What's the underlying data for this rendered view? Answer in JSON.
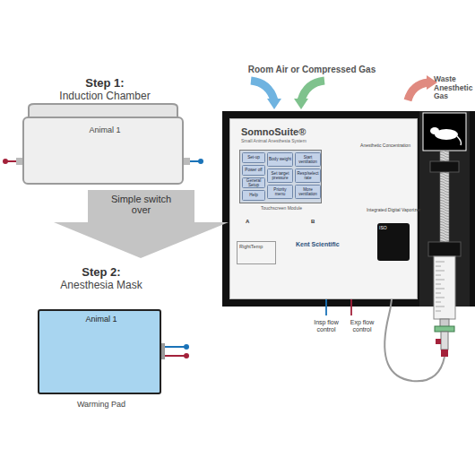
{
  "diagram": {
    "nodes": [
      {
        "text": [
          "Step 1:",
          "Induction Chamber",
          "Animal 1"
        ]
      },
      {
        "text": [
          "Simple switch over"
        ]
      },
      {
        "text": [
          "Step 2:",
          "Anesthesia Mask",
          "Animal 1",
          "Warming Pad"
        ]
      },
      {
        "text": [
          "SomnoSuite®",
          "Small Animal Anesthesia System"
        ]
      },
      {
        "text": [
          "Touchscreen Module"
        ],
        "in": 3
      },
      {
        "text": [
          "Set-up"
        ],
        "in": 4
      },
      {
        "text": [
          "Body weight"
        ],
        "in": 4
      },
      {
        "text": [
          "Start ventilation"
        ],
        "in": 4
      },
      {
        "text": [
          "Power off"
        ],
        "in": 4
      },
      {
        "text": [
          "Set target pressure"
        ],
        "in": 4
      },
      {
        "text": [
          "Resp/select rate"
        ],
        "in": 4
      },
      {
        "text": [
          "General Setup"
        ],
        "in": 4
      },
      {
        "text": [
          "Priority menu"
        ],
        "in": 4
      },
      {
        "text": [
          "More ventilation"
        ],
        "in": 4
      },
      {
        "text": [
          "Help"
        ],
        "in": 4
      },
      {
        "text": [
          "Integrated Digital Vaporizer",
          "ISO"
        ],
        "in": 3
      },
      {
        "text": [
          "RightTemp"
        ],
        "in": 3
      }
    ],
    "labels": [
      "Room Air or Compressed Gas",
      "Waste Anesthetic Gas",
      "Anesthetic Concentration",
      "A",
      "B",
      "Kent Scientific",
      "Insp flow control",
      "Exp flow control"
    ]
  }
}
